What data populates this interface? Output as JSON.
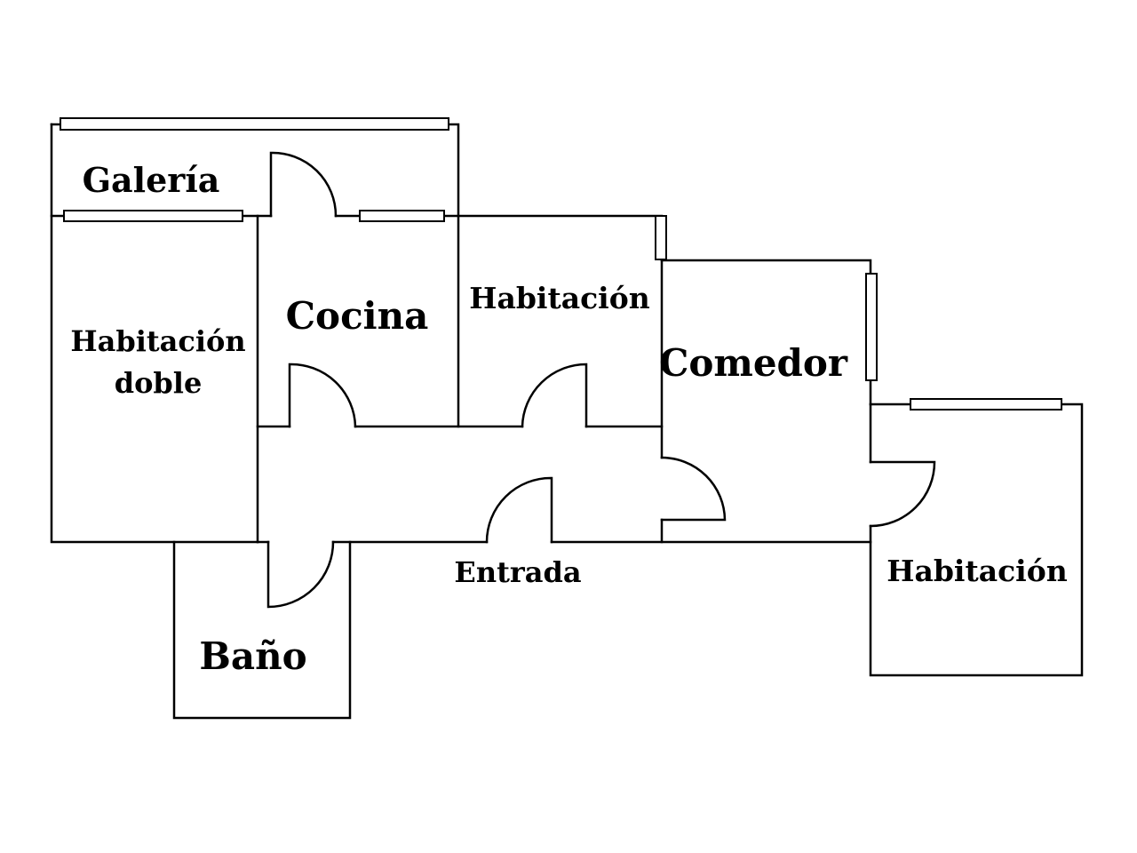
{
  "title": "Floor plan",
  "rooms": {
    "galeria": "Galería",
    "habitacion_doble_1": "Habitación",
    "habitacion_doble_2": "doble",
    "cocina": "Cocina",
    "habitacion_centro": "Habitación",
    "comedor": "Comedor",
    "entrada": "Entrada",
    "bano": "Baño",
    "habitacion_derecha": "Habitación"
  },
  "colors": {
    "line": "#000000",
    "background": "#ffffff"
  }
}
